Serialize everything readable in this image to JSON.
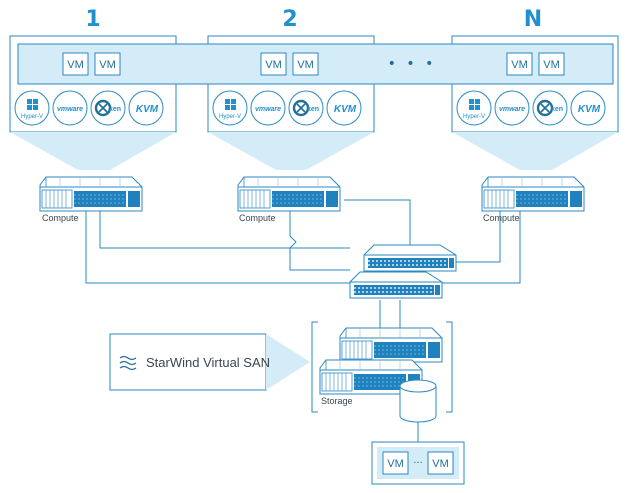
{
  "columns": [
    {
      "number": "1",
      "vms": [
        "VM",
        "VM"
      ]
    },
    {
      "number": "2",
      "vms": [
        "VM",
        "VM"
      ]
    },
    {
      "number": "N",
      "vms": [
        "VM",
        "VM"
      ]
    }
  ],
  "ellipsis": "• • •",
  "hypervisors": [
    {
      "icon": "windows-icon",
      "label": "Hyper-V"
    },
    {
      "icon": "vmware-icon",
      "label": "vmware"
    },
    {
      "icon": "xen-icon",
      "label": "xen"
    },
    {
      "icon": "kvm-icon",
      "label": "KVM"
    }
  ],
  "compute_label": "Compute",
  "storage_label": "Storage",
  "starwind_label": "StarWind Virtual SAN",
  "bottom_vms": {
    "left": "VM",
    "middle": "···",
    "right": "VM"
  },
  "colors": {
    "accent": "#2290cf",
    "panel_fill": "#e1f1fb",
    "band_fill": "#d4ebf8",
    "line": "#2a8ac4"
  }
}
